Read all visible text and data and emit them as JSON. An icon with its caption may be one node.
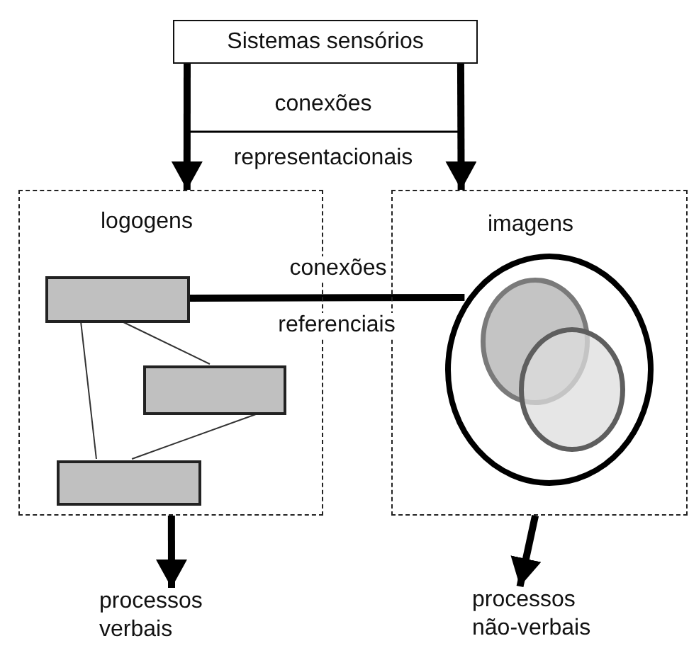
{
  "diagram": {
    "nodes": [
      {
        "text": [
          "Sistemas sensórios"
        ]
      },
      {
        "text": [
          "logogens"
        ]
      },
      {
        "text": [
          "imagens"
        ]
      },
      {
        "text": [],
        "shape": "box",
        "in": 1
      },
      {
        "text": [],
        "shape": "box",
        "in": 1
      },
      {
        "text": [],
        "shape": "box",
        "in": 1
      },
      {
        "text": [],
        "shape": "circle",
        "in": 2
      },
      {
        "text": [],
        "shape": "circle",
        "in": 6
      },
      {
        "text": [],
        "shape": "circle",
        "in": 6
      },
      {
        "text": [
          "processos verbais"
        ]
      },
      {
        "text": [
          "processos não-verbais"
        ]
      }
    ],
    "edges": [
      {
        "from": 0,
        "to": 1,
        "arrow": "to"
      },
      {
        "from": 0,
        "to": 2,
        "arrow": "to"
      },
      {
        "from": 3,
        "to": 6,
        "arrow": "none",
        "label": "conexões referenciais"
      },
      {
        "from": 3,
        "to": 4,
        "arrow": "none"
      },
      {
        "from": 3,
        "to": 5,
        "arrow": "none"
      },
      {
        "from": 4,
        "to": 5,
        "arrow": "none"
      },
      {
        "from": 1,
        "to": 9,
        "arrow": "to"
      },
      {
        "from": 2,
        "to": 10,
        "arrow": "to"
      }
    ],
    "labels": [
      "conexões representacionais"
    ]
  }
}
